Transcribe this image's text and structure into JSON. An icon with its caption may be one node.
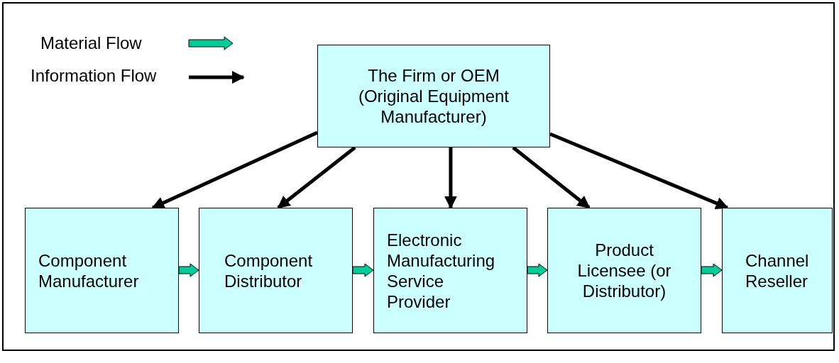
{
  "diagram": {
    "nodes": [
      {
        "text": [
          "The Firm or OEM (Original Equipment Manufacturer)"
        ]
      },
      {
        "text": [
          "Component Manufacturer"
        ]
      },
      {
        "text": [
          "Component Distributor"
        ]
      },
      {
        "text": [
          "Electronic Manufacturing Service Provider"
        ]
      },
      {
        "text": [
          "Product Licensee (or Distributor)"
        ]
      },
      {
        "text": [
          "Channel Reseller"
        ]
      }
    ],
    "edges": [
      {
        "from": 0,
        "to": 1,
        "arrow": "to"
      },
      {
        "from": 0,
        "to": 2,
        "arrow": "to"
      },
      {
        "from": 0,
        "to": 3,
        "arrow": "to"
      },
      {
        "from": 0,
        "to": 4,
        "arrow": "to"
      },
      {
        "from": 0,
        "to": 5,
        "arrow": "to"
      },
      {
        "from": 1,
        "to": 2,
        "arrow": "to",
        "color": "#00cc99"
      },
      {
        "from": 2,
        "to": 3,
        "arrow": "to",
        "color": "#00cc99"
      },
      {
        "from": 3,
        "to": 4,
        "arrow": "to",
        "color": "#00cc99"
      },
      {
        "from": 4,
        "to": 5,
        "arrow": "to",
        "color": "#00cc99"
      }
    ],
    "legend": [
      {
        "text": "Material Flow"
      },
      {
        "text": "Information Flow"
      }
    ]
  }
}
